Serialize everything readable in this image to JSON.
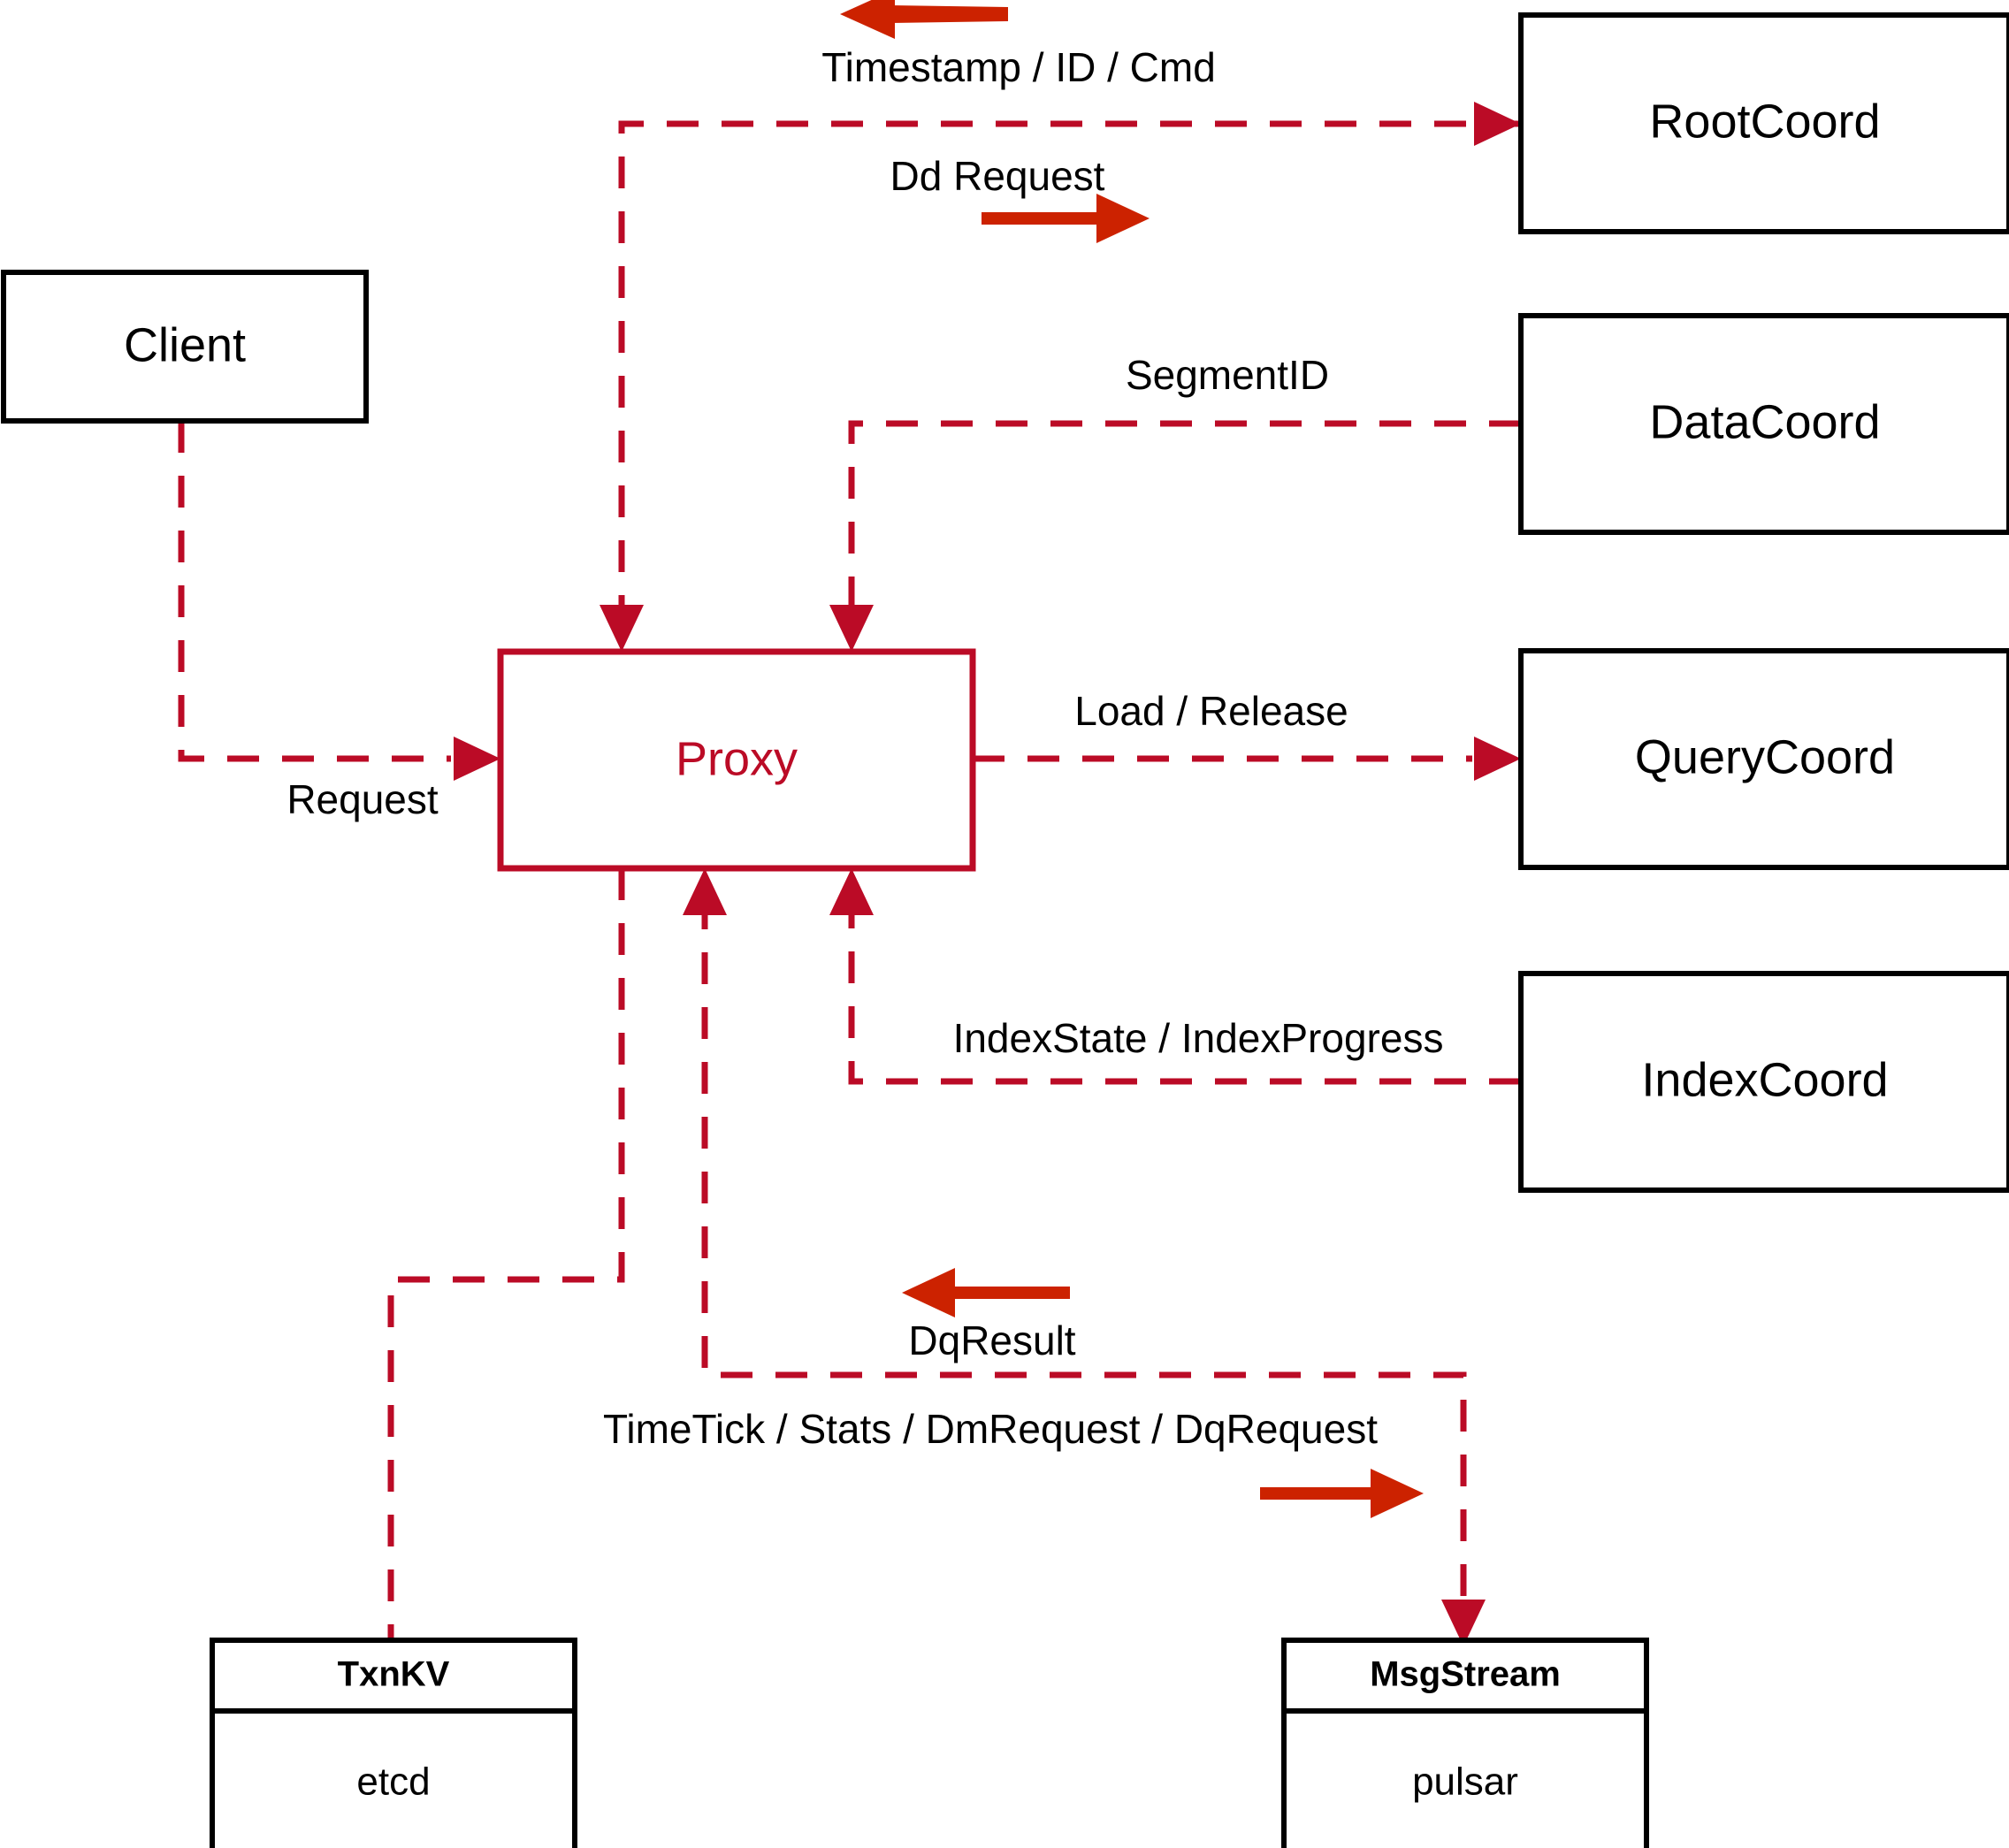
{
  "diagram": {
    "title": "Milvus Proxy interaction diagram",
    "colors": {
      "flow": "#bb0b26",
      "proxy_text": "#bb0b26",
      "direction_arrow": "#cc2200",
      "box_stroke": "#000000",
      "background": "#ffffff"
    },
    "nodes": {
      "client": {
        "label": "Client"
      },
      "proxy": {
        "label": "Proxy"
      },
      "root_coord": {
        "label": "RootCoord"
      },
      "data_coord": {
        "label": "DataCoord"
      },
      "query_coord": {
        "label": "QueryCoord"
      },
      "index_coord": {
        "label": "IndexCoord"
      },
      "txnkv": {
        "title": "TxnKV",
        "impl": "etcd"
      },
      "msgstream": {
        "title": "MsgStream",
        "impl": "pulsar"
      }
    },
    "edges": [
      {
        "id": "timestamp-id-cmd",
        "label": "Timestamp / ID / Cmd",
        "from": "root_coord",
        "to": "proxy",
        "direction": "left"
      },
      {
        "id": "dd-request",
        "label": "Dd Request",
        "from": "proxy",
        "to": "root_coord",
        "direction": "right"
      },
      {
        "id": "segment-id",
        "label": "SegmentID",
        "from": "data_coord",
        "to": "proxy",
        "direction": "left"
      },
      {
        "id": "load-release",
        "label": "Load / Release",
        "from": "proxy",
        "to": "query_coord",
        "direction": "right"
      },
      {
        "id": "index-state-progress",
        "label": "IndexState / IndexProgress",
        "from": "index_coord",
        "to": "proxy",
        "direction": "left"
      },
      {
        "id": "request",
        "label": "Request",
        "from": "client",
        "to": "proxy",
        "direction": "right"
      },
      {
        "id": "dq-result",
        "label": "DqResult",
        "from": "msgstream",
        "to": "proxy",
        "direction": "left"
      },
      {
        "id": "timetick-stats-dm-dq",
        "label": "TimeTick / Stats / DmRequest / DqRequest",
        "from": "proxy",
        "to": "msgstream",
        "direction": "right"
      },
      {
        "id": "txnkv-link",
        "label": "",
        "from": "proxy",
        "to": "txnkv",
        "direction": "none"
      }
    ]
  }
}
